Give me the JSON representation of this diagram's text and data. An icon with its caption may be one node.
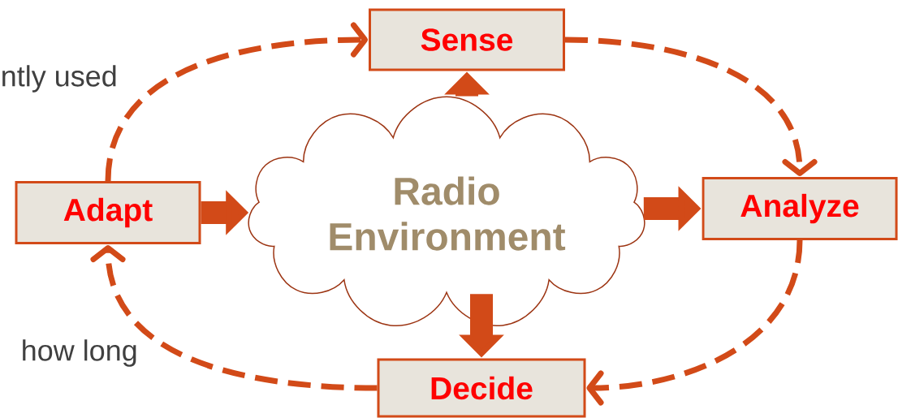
{
  "diagram": {
    "nodes": [
      {
        "text": [
          "Sense"
        ]
      },
      {
        "text": [
          "Radio Environment"
        ]
      },
      {
        "text": [
          "Adapt"
        ]
      },
      {
        "text": [
          "Analyze"
        ]
      },
      {
        "text": [
          "Decide"
        ]
      }
    ],
    "edges": [
      {
        "from": 2,
        "to": 0,
        "arrow": "to",
        "style": "dashed"
      },
      {
        "from": 0,
        "to": 3,
        "arrow": "to",
        "style": "dashed"
      },
      {
        "from": 3,
        "to": 4,
        "arrow": "to",
        "style": "dashed"
      },
      {
        "from": 4,
        "to": 2,
        "arrow": "to",
        "style": "dashed"
      },
      {
        "from": 1,
        "to": 0,
        "arrow": "to",
        "style": "thick"
      },
      {
        "from": 2,
        "to": 1,
        "arrow": "to",
        "style": "thick"
      },
      {
        "from": 1,
        "to": 3,
        "arrow": "to",
        "style": "thick"
      },
      {
        "from": 1,
        "to": 4,
        "arrow": "to",
        "style": "thick"
      }
    ],
    "labels": [
      "ntly used",
      "how long"
    ]
  }
}
